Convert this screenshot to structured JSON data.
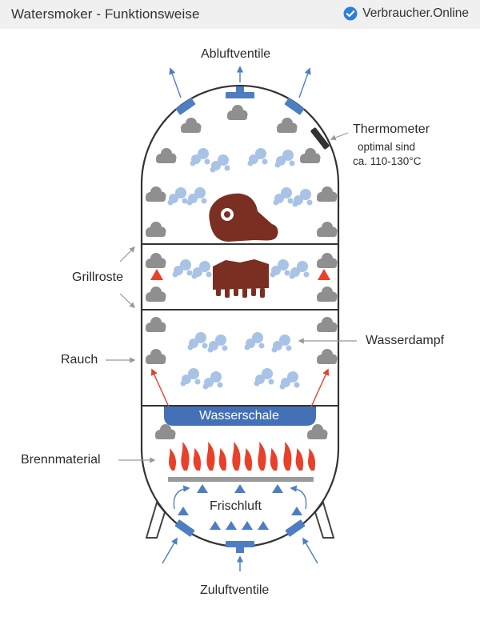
{
  "header": {
    "title": "Watersmoker - Funktionsweise",
    "brand": "Verbraucher.Online",
    "brand_icon": "check-badge-icon"
  },
  "labels": {
    "exhaust_valves": "Abluftventile",
    "thermometer": "Thermometer",
    "thermometer_note_1": "optimal sind",
    "thermometer_note_2": "ca. 110-130°C",
    "grill_grates": "Grillroste",
    "smoke": "Rauch",
    "steam": "Wasserdampf",
    "water_bowl": "Wasserschale",
    "fuel": "Brennmaterial",
    "fresh_air": "Frischluft",
    "intake_valves": "Zuluftventile"
  },
  "colors": {
    "body_outline": "#333333",
    "valve_blue": "#4d7ec2",
    "arrow_blue": "#4d7ec2",
    "steam_blue": "#a9c3e6",
    "smoke_grey": "#8f8f8f",
    "meat_brown": "#7a2f22",
    "flame_red": "#e8402a",
    "water_blue": "#4470b5",
    "grate_grey": "#9a9a9a"
  }
}
